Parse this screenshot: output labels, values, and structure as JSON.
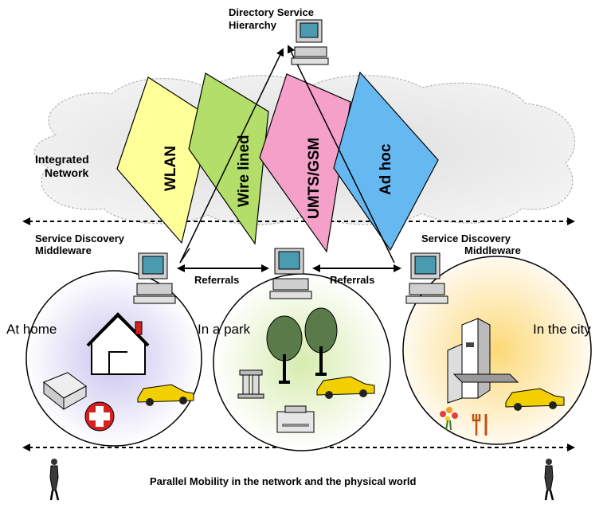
{
  "directory": {
    "line1": "Directory Service",
    "line2": "Hierarchy"
  },
  "network": {
    "line1": "Integrated",
    "line2": "Network"
  },
  "planes": {
    "wlan": "WLAN",
    "wired": "Wire lined",
    "umts": "UMTS/GSM",
    "adhoc": "Ad hoc"
  },
  "sdm_left": {
    "line1": "Service Discovery",
    "line2": "Middleware"
  },
  "sdm_right": {
    "line1": "Service Discovery",
    "line2": "Middleware"
  },
  "referrals_left": "Referrals",
  "referrals_right": "Referrals",
  "places": {
    "home": "At home",
    "park": "In a park",
    "city": "In the city"
  },
  "footer": "Parallel Mobility in the network and the physical world",
  "colors": {
    "wlan": "#ffff99",
    "wired": "#b3de69",
    "umts": "#f4a0c8",
    "adhoc": "#66b8f0",
    "home_circle": "#d9d6f2",
    "park_circle": "#dff0bf",
    "city_circle": "#fde7a0",
    "cloud": "#e6e6e6",
    "taxi": "#f2d000",
    "cross": "#d62020"
  }
}
